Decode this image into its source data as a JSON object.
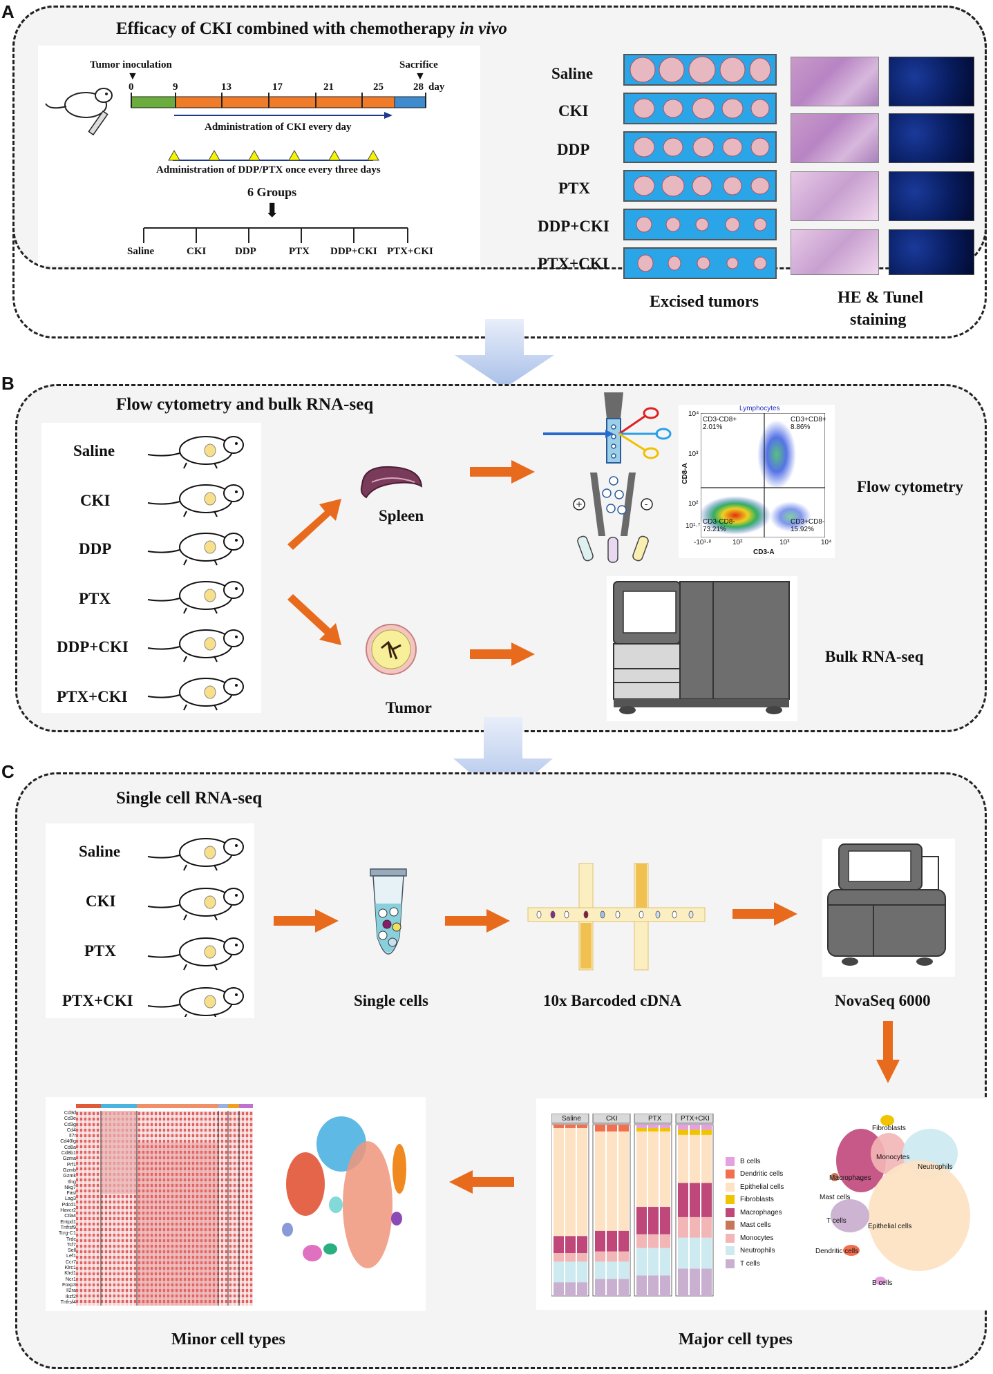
{
  "panel_a": {
    "letter": "A",
    "title_main": "Efficacy of CKI combined with chemotherapy ",
    "title_em": "in vivo",
    "tumor_inoculation": "Tumor inoculation",
    "sacrifice": "Sacrifice",
    "timeline_ticks": [
      "0",
      "9",
      "13",
      "17",
      "21",
      "25",
      "28"
    ],
    "day_label": "day",
    "cki_admin": "Administration of CKI every day",
    "ddp_admin": "Administration of DDP/PTX once every three days",
    "groups_label": "6 Groups",
    "groups": [
      "Saline",
      "CKI",
      "DDP",
      "PTX",
      "DDP+CKI",
      "PTX+CKI"
    ],
    "tumor_rows": [
      "Saline",
      "CKI",
      "DDP",
      "PTX",
      "DDP+CKI",
      "PTX+CKI"
    ],
    "excised_caption": "Excised tumors",
    "he_caption_1": "HE & Tunel",
    "he_caption_2": "staining"
  },
  "panel_b": {
    "letter": "B",
    "title": "Flow cytometry and bulk RNA-seq",
    "groups": [
      "Saline",
      "CKI",
      "DDP",
      "PTX",
      "DDP+CKI",
      "PTX+CKI"
    ],
    "spleen": "Spleen",
    "tumor": "Tumor",
    "flow_label": "Flow cytometry",
    "bulk_label": "Bulk RNA-seq",
    "plot": {
      "title": "Lymphocytes",
      "q_tl": "CD3-CD8+",
      "q_tl_v": "2.01%",
      "q_tr": "CD3+CD8+",
      "q_tr_v": "8.86%",
      "q_bl": "CD3-CD8-",
      "q_bl_v": "73.21%",
      "q_br": "CD3+CD8-",
      "q_br_v": "15.92%",
      "ylabel": "CD8-A",
      "xlabel": "CD3-A",
      "yticks": [
        "10⁴",
        "10³",
        "10²",
        "10¹·⁷"
      ],
      "xticks": [
        "-10¹·⁸",
        "10²",
        "10³",
        "10⁴"
      ]
    }
  },
  "panel_c": {
    "letter": "C",
    "title": "Single cell RNA-seq",
    "groups": [
      "Saline",
      "CKI",
      "PTX",
      "PTX+CKI"
    ],
    "single_cells": "Single cells",
    "barcoded": "10x Barcoded cDNA",
    "novaseq": "NovaSeq 6000",
    "minor": "Minor cell types",
    "major": "Major cell types",
    "heatmap_genes": [
      "Cd3d",
      "Cd3e",
      "Cd3g",
      "Cd4",
      "Il7r",
      "Cd40lg",
      "Cd8a",
      "Cd8b1",
      "Gzma",
      "Prf1",
      "Gzmb",
      "Gzmk",
      "Ifng",
      "Nkg7",
      "Fasl",
      "Lag3",
      "Pdcd1",
      "Havcr2",
      "Ctla4",
      "Entpd1",
      "Tnfrsf9",
      "Tcrg-C1",
      "Trdc",
      "Tcf7",
      "Sell",
      "Lef1",
      "Ccr7",
      "Klrc1",
      "Klrd1",
      "Ncr1",
      "Foxp3",
      "Il2ra",
      "Ikzf2",
      "Tnfrsf4"
    ],
    "bar_groups": [
      "Saline",
      "CKI",
      "PTX",
      "PTX+CKI"
    ],
    "legend": [
      {
        "name": "B cells",
        "color": "#e5a0e0"
      },
      {
        "name": "Dendritic cells",
        "color": "#f07050"
      },
      {
        "name": "Epithelial cells",
        "color": "#fde3c4"
      },
      {
        "name": "Fibroblasts",
        "color": "#f0c400"
      },
      {
        "name": "Macrophages",
        "color": "#c0477a"
      },
      {
        "name": "Mast cells",
        "color": "#c8765a"
      },
      {
        "name": "Monocytes",
        "color": "#f3b6b6"
      },
      {
        "name": "Neutrophils",
        "color": "#cdeaf0"
      },
      {
        "name": "T cells",
        "color": "#c9b0d0"
      }
    ],
    "umap_labels": [
      "Fibroblasts",
      "Monocytes",
      "Neutrophils",
      "Macrophages",
      "Mast cells",
      "T cells",
      "Epithelial cells",
      "Dendritic cells",
      "B cells"
    ]
  }
}
